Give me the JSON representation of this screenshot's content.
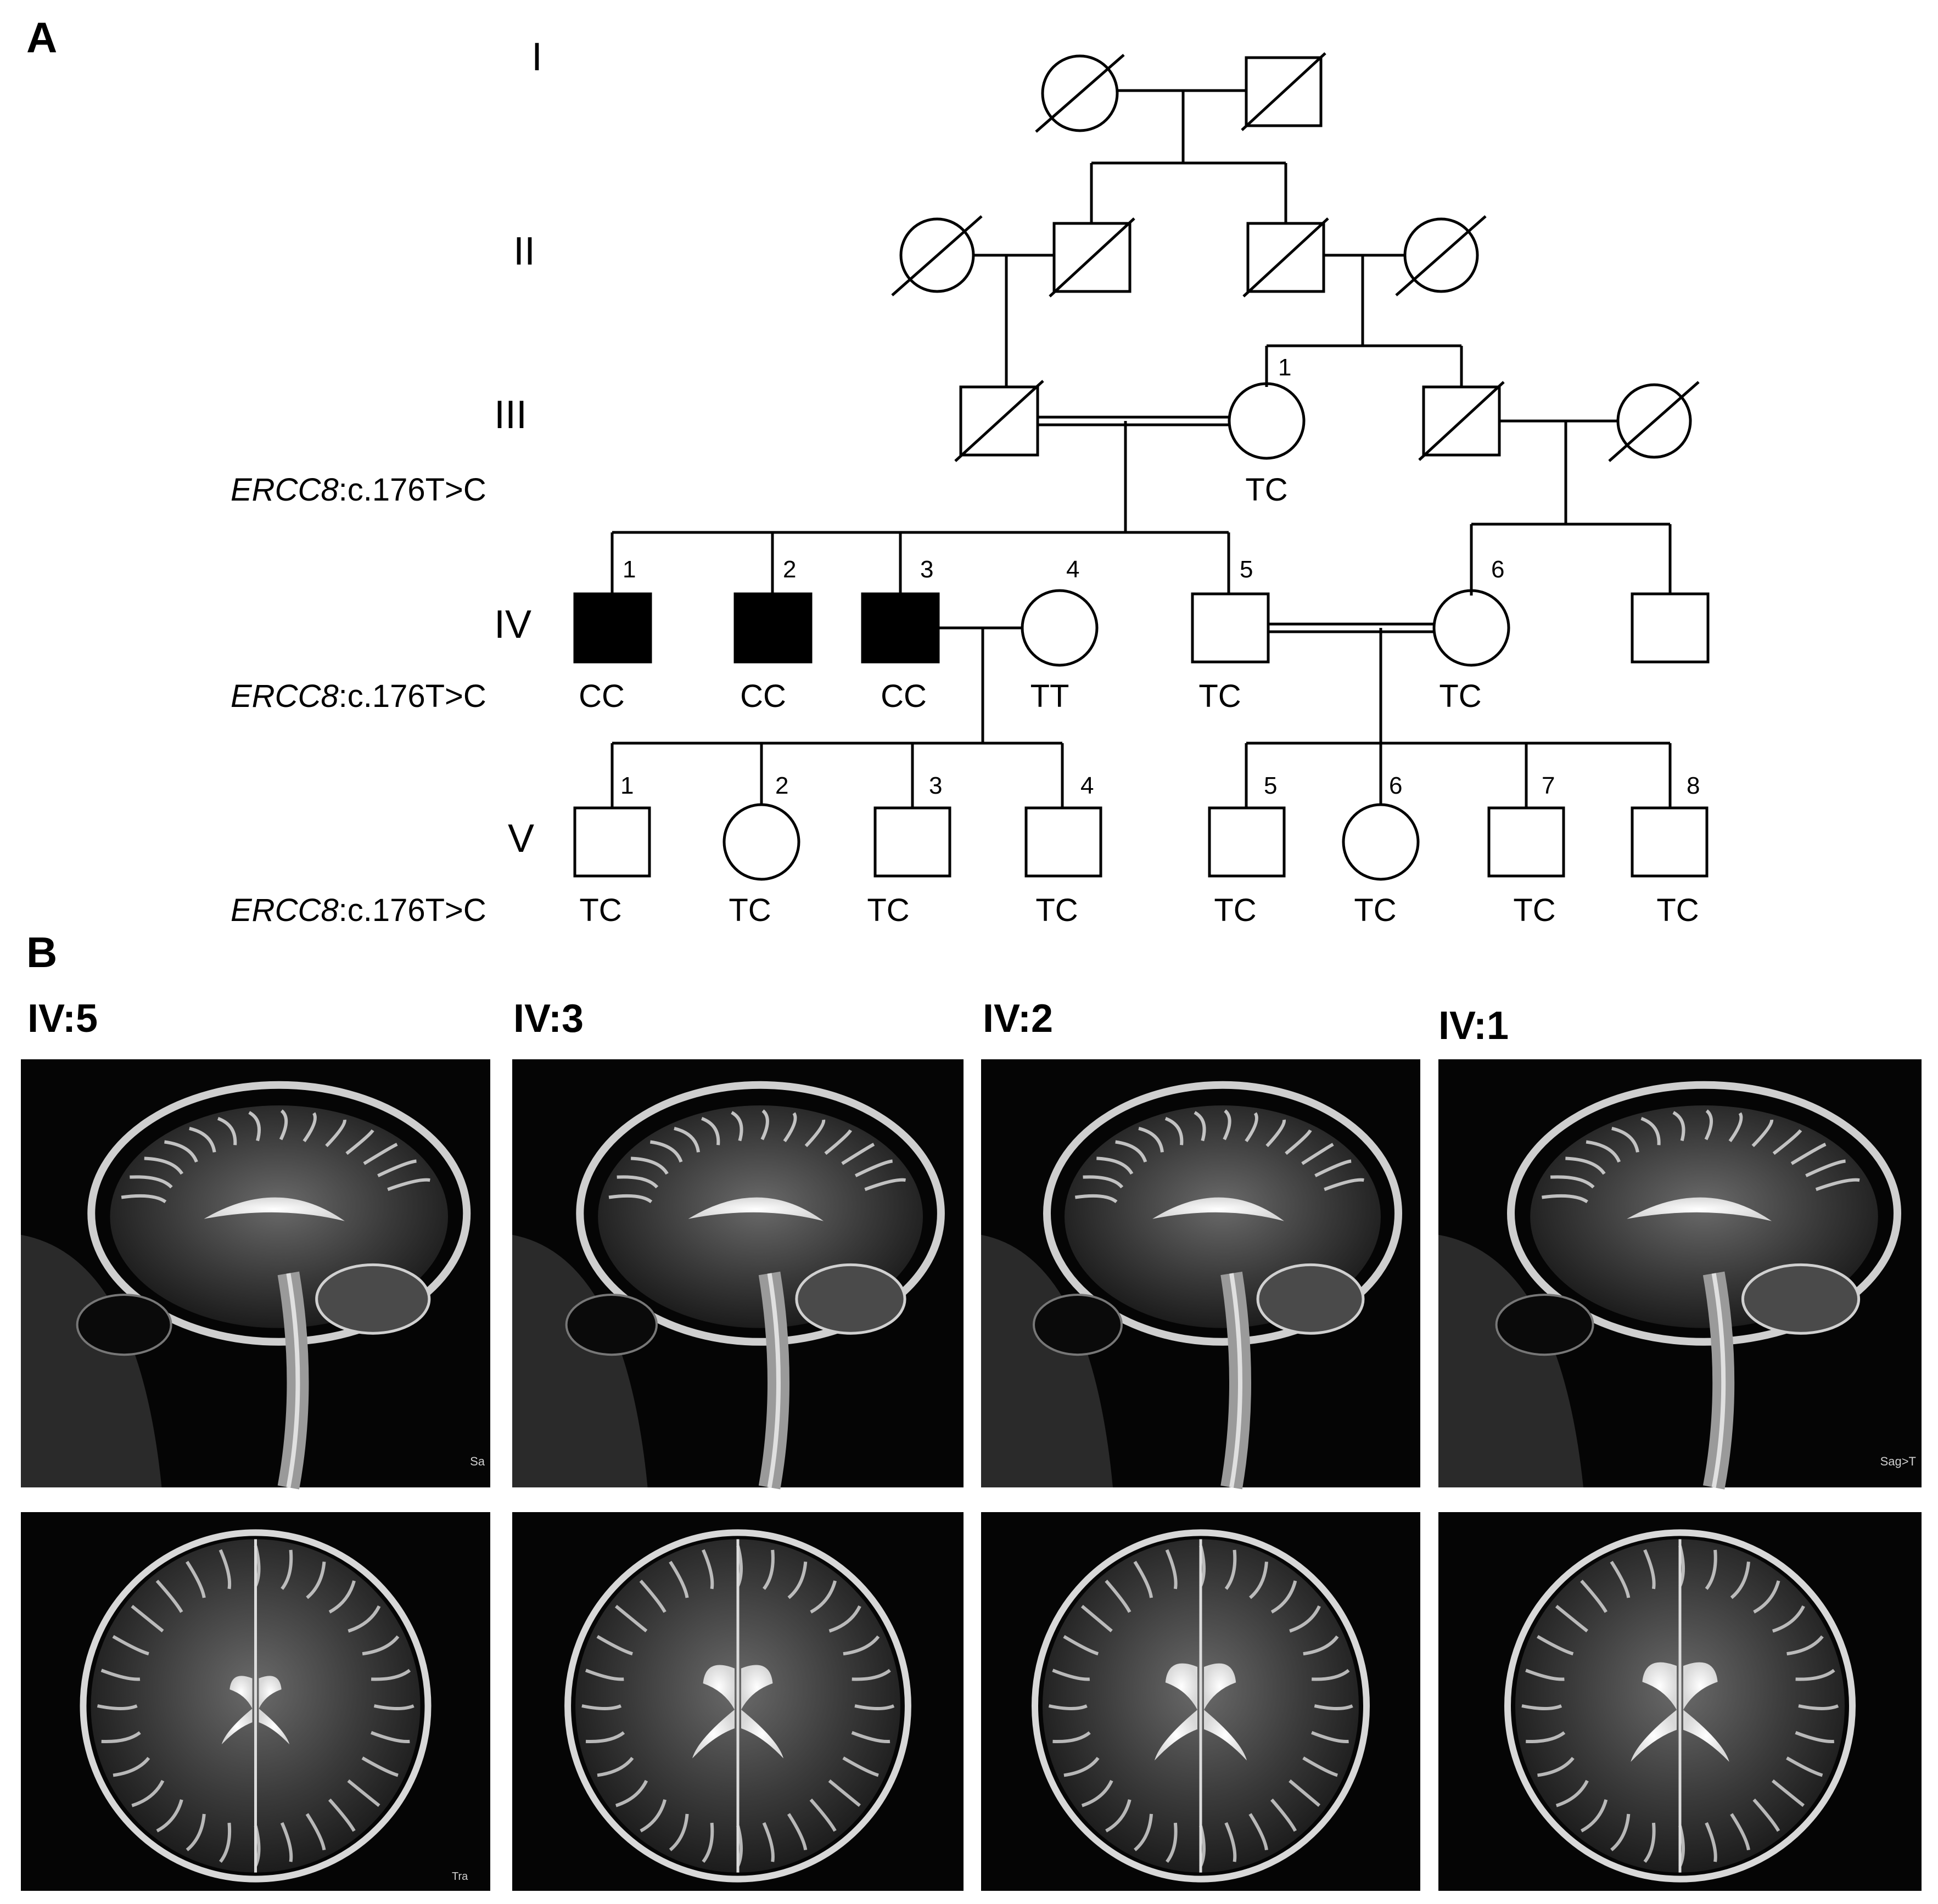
{
  "panel_a": {
    "label": "A",
    "generations": [
      "I",
      "II",
      "III",
      "IV",
      "V"
    ],
    "genotype_label": {
      "gene": "ERCC8",
      "variant": ":c.176T>C"
    },
    "individuals": {
      "III_1": {
        "number": "1",
        "genotype": "TC"
      },
      "IV_1": {
        "number": "1",
        "genotype": "CC"
      },
      "IV_2": {
        "number": "2",
        "genotype": "CC"
      },
      "IV_3": {
        "number": "3",
        "genotype": "CC"
      },
      "IV_4": {
        "number": "4",
        "genotype": "TT"
      },
      "IV_5": {
        "number": "5",
        "genotype": "TC"
      },
      "IV_6": {
        "number": "6",
        "genotype": "TC"
      },
      "V_1": {
        "number": "1",
        "genotype": "TC"
      },
      "V_2": {
        "number": "2",
        "genotype": "TC"
      },
      "V_3": {
        "number": "3",
        "genotype": "TC"
      },
      "V_4": {
        "number": "4",
        "genotype": "TC"
      },
      "V_5": {
        "number": "5",
        "genotype": "TC"
      },
      "V_6": {
        "number": "6",
        "genotype": "TC"
      },
      "V_7": {
        "number": "7",
        "genotype": "TC"
      },
      "V_8": {
        "number": "8",
        "genotype": "TC"
      }
    }
  },
  "panel_b": {
    "label": "B",
    "patients": [
      {
        "id": "IV:5",
        "sag_note": "Sa",
        "ax_note": "Tra"
      },
      {
        "id": "IV:3",
        "sag_note": "",
        "ax_note": ""
      },
      {
        "id": "IV:2",
        "sag_note": "",
        "ax_note": ""
      },
      {
        "id": "IV:1",
        "sag_note": "Sag>T",
        "ax_note": ""
      }
    ]
  }
}
